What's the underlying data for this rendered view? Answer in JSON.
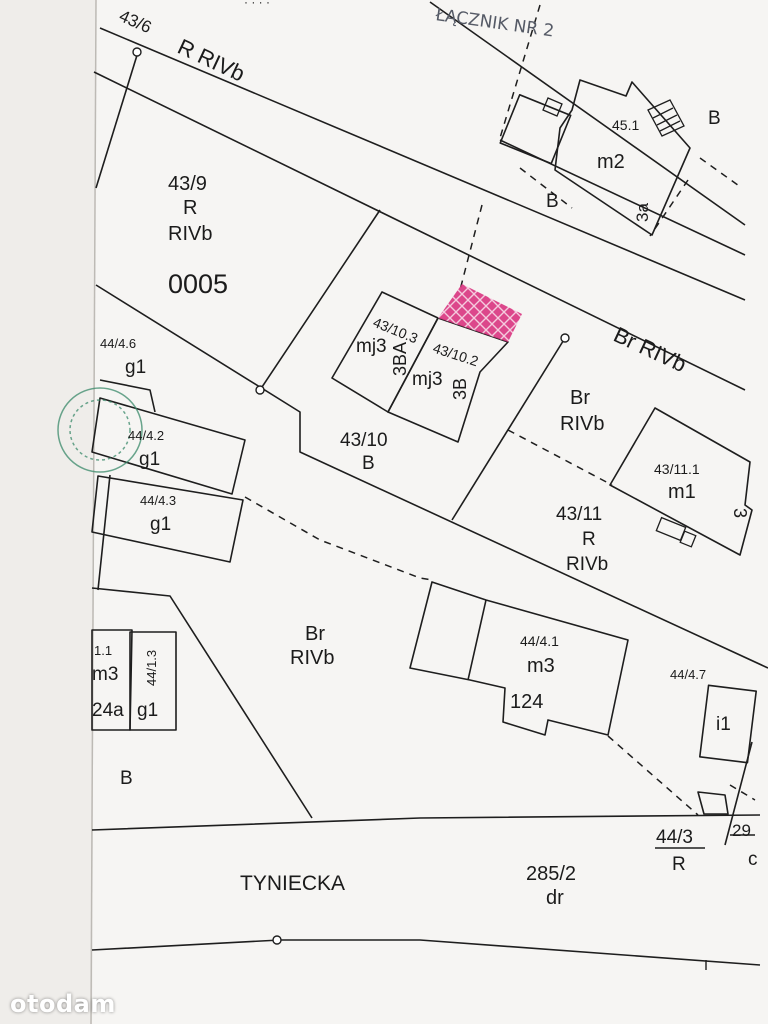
{
  "document": {
    "annotation": "ŁĄCZNIK NR 2",
    "header_dots": "· · · ·"
  },
  "parcels": {
    "p43_6": "43/6",
    "p43_9": "43/9",
    "p43_10": "43/10",
    "p43_10_3": "43/10.3",
    "p43_10_2": "43/10.2",
    "p43_11": "43/11",
    "p43_11_1": "43/11.1",
    "p44_4_6": "44/4.6",
    "p44_4_2": "44/4.2",
    "p44_4_3": "44/4.3",
    "p44_4_1": "44/4.1",
    "p44_4_7": "44/4.7",
    "p44_1_1": "1.1",
    "p44_1_3": "44/1.3",
    "p44_3": "44/3",
    "p285_2": "285/2",
    "p45_1": "45.1",
    "p29": "29",
    "sheet": "0005"
  },
  "land_use": {
    "r": "R",
    "rivb": "RIVb",
    "r_rivb": "R RIVb",
    "br_rivb": "Br RIVb",
    "br": "Br",
    "b": "B",
    "dr": "dr",
    "c": "c"
  },
  "buildings": {
    "mj3": "mj3",
    "three_ba": "3BA",
    "three_b": "3B",
    "m1": "m1",
    "m2": "m2",
    "m3": "m3",
    "g1": "g1",
    "i1": "i1",
    "n124": "124",
    "n3": "3",
    "n3a": "3a",
    "n24a": "24a"
  },
  "streets": {
    "tyniecka": "TYNIECKA"
  },
  "watermark": {
    "brand": "otodam"
  },
  "colors": {
    "paper": "#f5f4f2",
    "line": "#1e1e1e",
    "highlight": "#d9347f",
    "stamp": "#3a8a6a"
  }
}
